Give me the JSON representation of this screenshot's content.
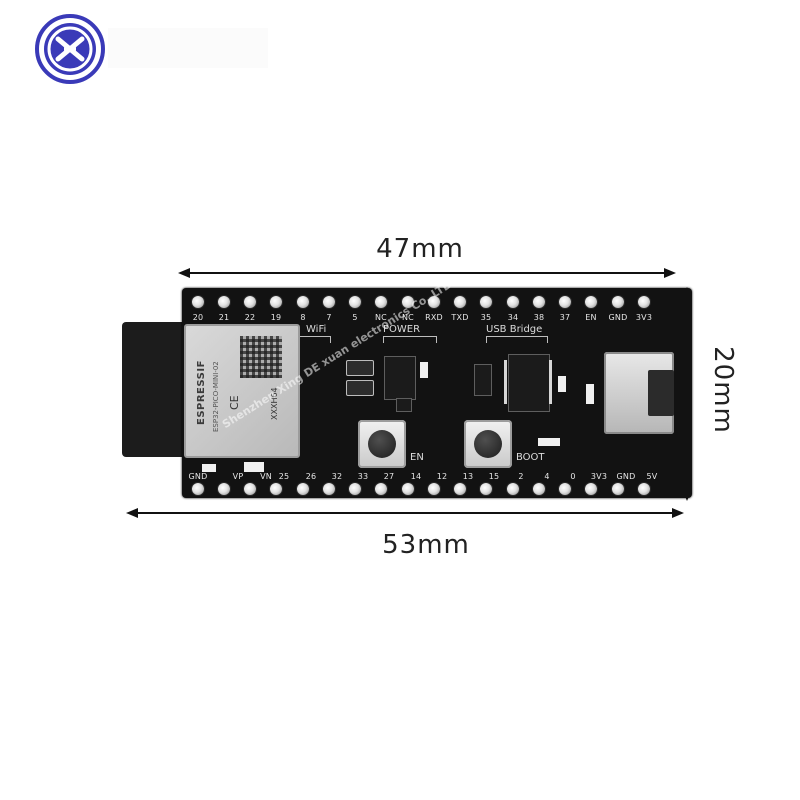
{
  "dimensions": {
    "top_width": "47mm",
    "height": "20mm",
    "bottom_width": "53mm"
  },
  "board": {
    "top_pin_labels": [
      "20",
      "21",
      "22",
      "19",
      "8",
      "7",
      "5",
      "NC",
      "NC",
      "RXD",
      "TXD",
      "35",
      "34",
      "38",
      "37",
      "EN",
      "GND",
      "3V3"
    ],
    "bottom_pin_labels": [
      "GND",
      "VP",
      "VN",
      "25",
      "26",
      "32",
      "33",
      "27",
      "14",
      "12",
      "13",
      "15",
      "2",
      "4",
      "0",
      "3V3",
      "GND",
      "5V"
    ],
    "section_labels": {
      "wifi": "WiFi",
      "power": "POWER",
      "usb_bridge": "USB Bridge"
    },
    "button_labels": {
      "en": "EN",
      "boot": "BOOT"
    },
    "module": {
      "brand": "ESPRESSIF",
      "model": "ESP32-PICO-MINI-02",
      "code": "XXXH64",
      "ce_mark": "CE"
    }
  },
  "watermark": "Shenzhen Xing DE xuan electronics Co. LTD",
  "colors": {
    "board": "#121212",
    "pins": "#e2e2e2",
    "logo_blue": "#3a3ab8"
  },
  "icons": {
    "logo": "brand-logo-icon"
  }
}
